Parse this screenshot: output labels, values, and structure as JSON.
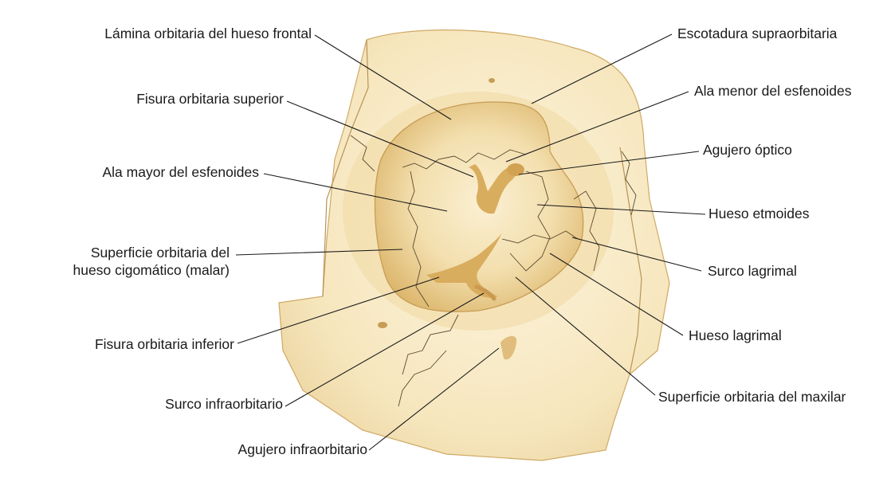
{
  "labels_left": {
    "lamina_frontal": "Lámina orbitaria del hueso frontal",
    "fisura_superior": "Fisura orbitaria superior",
    "ala_mayor": "Ala mayor del esfenoides",
    "superficie_cigomatico_1": "Superficie orbitaria del",
    "superficie_cigomatico_2": "hueso cigomático (malar)",
    "fisura_inferior": "Fisura orbitaria inferior",
    "surco_infraorbitario": "Surco infraorbitario",
    "agujero_infraorbitario": "Agujero infraorbitario"
  },
  "labels_right": {
    "escotadura": "Escotadura supraorbitaria",
    "ala_menor": "Ala menor del esfenoides",
    "agujero_optico": "Agujero óptico",
    "etmoides": "Hueso etmoides",
    "surco_lagrimal": "Surco lagrimal",
    "hueso_lagrimal": "Hueso lagrimal",
    "superficie_maxilar": "Superficie orbitaria del maxilar"
  },
  "colors": {
    "bone_light": "#fbf1d6",
    "bone_mid": "#f1dca8",
    "bone_dark": "#e3c07a",
    "fissure": "#d9ad5e",
    "line": "#1a1a1a"
  }
}
